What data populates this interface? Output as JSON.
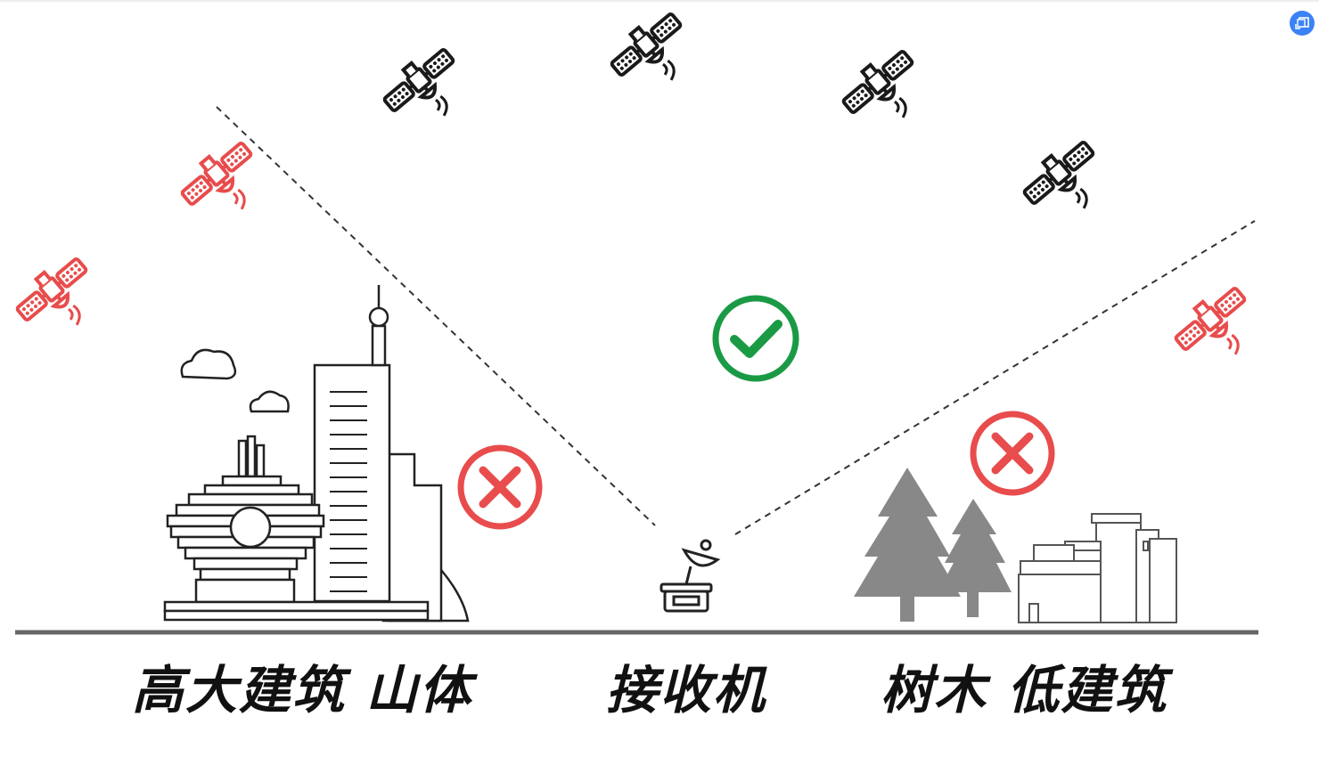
{
  "labels": {
    "left": "高大建筑 山体",
    "center": "接收机",
    "right": "树木  低建筑"
  },
  "icons": {
    "satellite": "satellite-icon",
    "check": "check-circle-icon",
    "blocked": "x-circle-icon",
    "receiver": "satellite-dish-icon",
    "corner": "translate-image-icon"
  },
  "colors": {
    "visible_satellite": "#1a1a1a",
    "blocked_satellite": "#e84c4c",
    "check": "#1a9a45",
    "blocked": "#e84c4c",
    "tree": "#888888",
    "ground": "#666666",
    "corner_button": "#3b82f6"
  }
}
